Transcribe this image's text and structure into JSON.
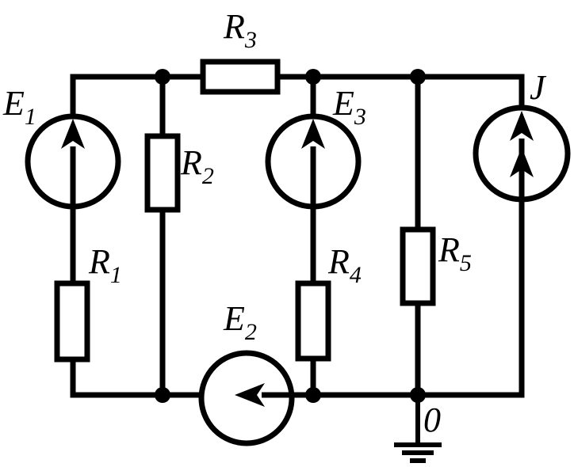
{
  "labels": {
    "E1": {
      "main": "E",
      "sub": "1"
    },
    "E2": {
      "main": "E",
      "sub": "2"
    },
    "E3": {
      "main": "E",
      "sub": "3"
    },
    "R1": {
      "main": "R",
      "sub": "1"
    },
    "R2": {
      "main": "R",
      "sub": "2"
    },
    "R3": {
      "main": "R",
      "sub": "3"
    },
    "R4": {
      "main": "R",
      "sub": "4"
    },
    "R5": {
      "main": "R",
      "sub": "5"
    },
    "J": "J",
    "ground_node": "0"
  }
}
